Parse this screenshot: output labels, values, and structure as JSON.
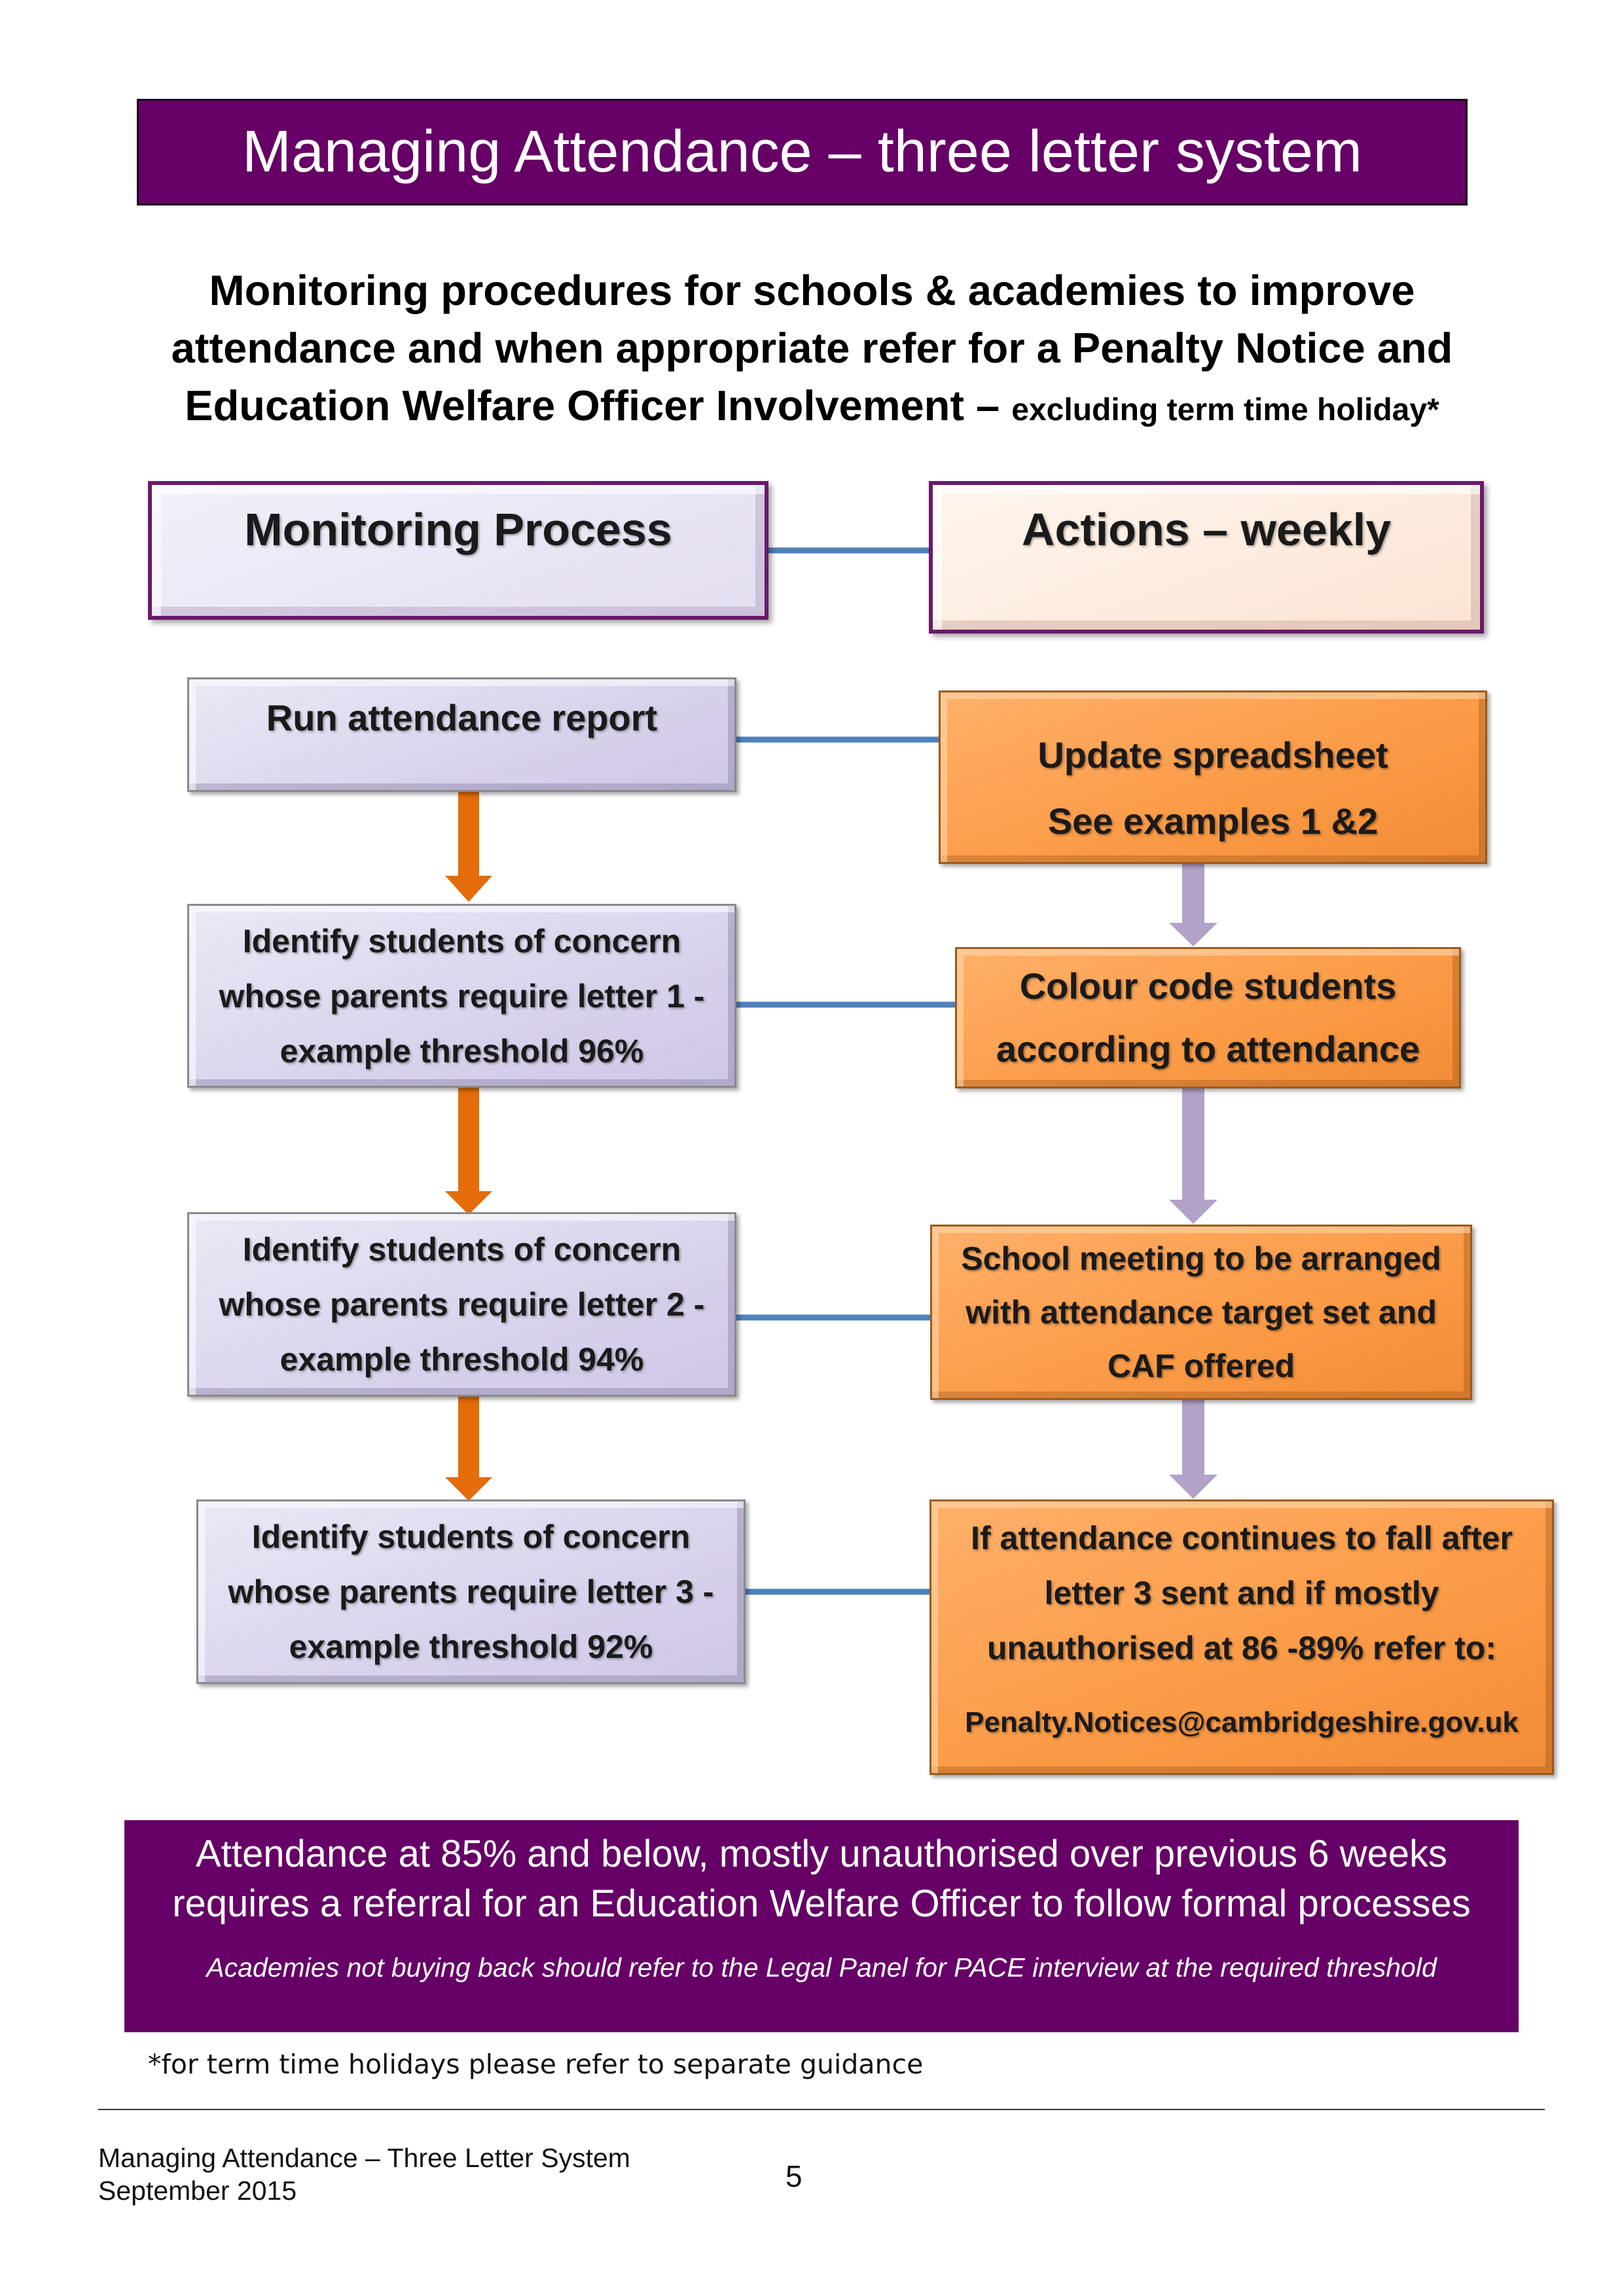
{
  "title": "Managing Attendance – three letter system",
  "subtitle": {
    "lines": [
      "Monitoring procedures for schools & academies to improve",
      "attendance and when appropriate refer for a Penalty Notice and"
    ],
    "last_line_bold": "Education Welfare Officer Involvement –",
    "last_line_small": "excluding term time holiday*"
  },
  "flowchart": {
    "monitoring_header": "Monitoring Process",
    "actions_header": "Actions – weekly",
    "monitoring_steps": {
      "run_report": "Run attendance report",
      "letter1": [
        "Identify students of concern",
        "whose parents require letter 1 -",
        "example threshold 96%"
      ],
      "letter2": [
        "Identify students of concern",
        "whose parents require letter 2 -",
        "example threshold 94%"
      ],
      "letter3": [
        "Identify students of concern",
        "whose parents require letter 3 -",
        "example threshold 92%"
      ]
    },
    "action_steps": {
      "update": [
        "Update spreadsheet",
        "See examples 1 &2"
      ],
      "colour": [
        "Colour code students",
        "according to attendance"
      ],
      "meeting": [
        "School meeting to be arranged",
        "with attendance target set and",
        "CAF offered"
      ],
      "refer": [
        "If attendance continues to fall after",
        "letter 3 sent and if mostly",
        "unauthorised at 86 -89% refer to:"
      ],
      "refer_email": "Penalty.Notices@cambridgeshire.gov.uk"
    },
    "colors": {
      "banner_purple": "#660066",
      "lavender_box": "#d9d2ec",
      "orange_box": "#fb9a45",
      "orange_arrow": "#e46c0a",
      "lilac_arrow": "#b3a2c7",
      "connector_blue": "#4f81bd"
    }
  },
  "bottom_banner": {
    "line1": "Attendance at 85% and below, mostly unauthorised over previous 6 weeks",
    "line2": "requires a referral for an Education Welfare Officer to follow formal processes",
    "note": "Academies not buying back should refer to the Legal Panel for PACE interview at the required threshold"
  },
  "footnote": "*for term time holidays please refer to separate guidance",
  "footer": {
    "doc_title": "Managing Attendance – Three Letter System",
    "date": "September 2015",
    "page_number": "5"
  }
}
